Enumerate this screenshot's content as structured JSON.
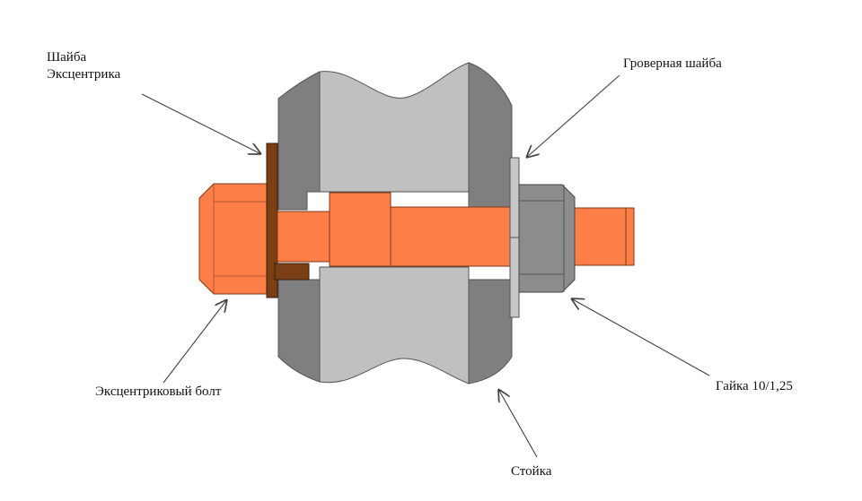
{
  "labels": {
    "eccentric_washer": [
      "Шайба",
      "Эксцентрика"
    ],
    "grover_washer": "Гроверная шайба",
    "eccentric_bolt": "Эксцентриковый болт",
    "nut": "Гайка 10/1,25",
    "strut": "Стойка"
  },
  "colors": {
    "bolt": "#fd7f47",
    "washer": "#7b3f16",
    "strut_dark": "#7f7f7f",
    "strut_light": "#c0c0c0",
    "nut": "#8c8c8c",
    "grover": "#c8c8c8",
    "arrow": "#404040"
  }
}
